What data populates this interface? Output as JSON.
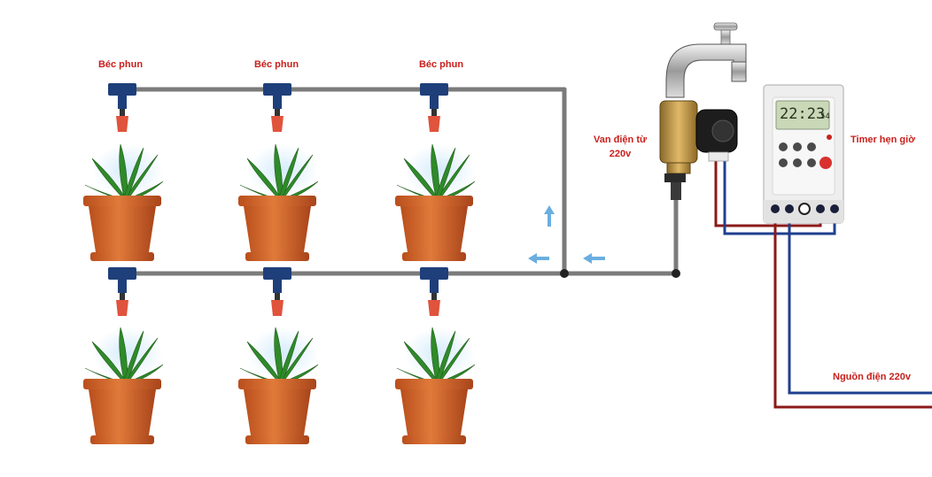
{
  "labels": {
    "nozzle": "Béc phun",
    "valve_line1": "Van điện từ",
    "valve_line2": "220v",
    "timer": "Timer hẹn giờ",
    "power": "Nguồn điện 220v"
  },
  "timer_display": {
    "time": "22:23",
    "seconds": "54"
  },
  "colors": {
    "label_red": "#c8201c",
    "pipe_gray": "#7b7b7b",
    "wire_red": "#8b1a1a",
    "wire_blue": "#1f3f8f",
    "arrow_blue": "#6aaee0",
    "pot_orange": "#d9682a",
    "nozzle_red": "#e0533c",
    "leaf_green": "#2f8a2a"
  },
  "icons": [
    "faucet-icon",
    "solenoid-valve-icon",
    "timer-device-icon",
    "spray-nozzle-icon",
    "potted-plant-icon",
    "flow-arrow-icon"
  ]
}
